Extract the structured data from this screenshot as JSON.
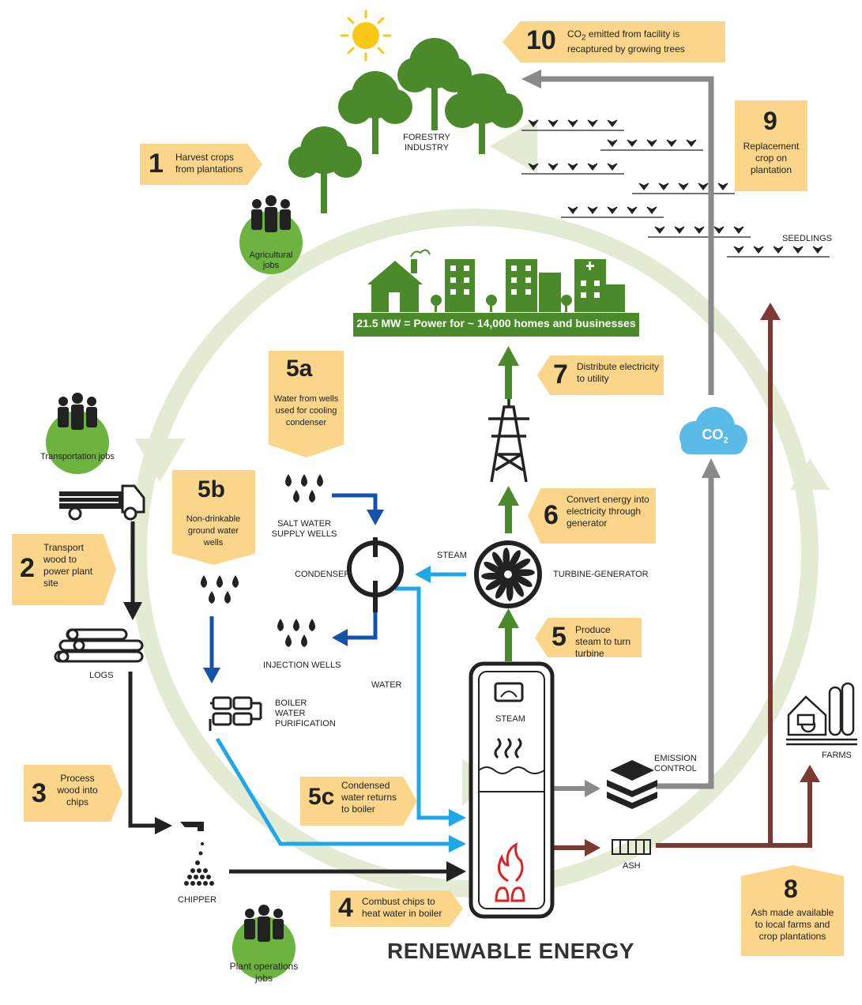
{
  "steps": {
    "s1": {
      "num": "1",
      "text": "Harvest crops from plantations"
    },
    "s2": {
      "num": "2",
      "text": "Transport wood to power plant site"
    },
    "s3": {
      "num": "3",
      "text": "Process wood into chips"
    },
    "s4": {
      "num": "4",
      "text": "Combust chips to heat water in boiler"
    },
    "s5": {
      "num": "5",
      "text": "Produce steam to turn turbine"
    },
    "s5a": {
      "num": "5a",
      "text": "Water from wells used for cooling condenser"
    },
    "s5b": {
      "num": "5b",
      "text": "Non-drinkable ground water wells"
    },
    "s5c": {
      "num": "5c",
      "text": "Condensed water returns to boiler"
    },
    "s6": {
      "num": "6",
      "text": "Convert energy into electricity through generator"
    },
    "s7": {
      "num": "7",
      "text": "Distribute electricity to utility"
    },
    "s8": {
      "num": "8",
      "text": "Ash made available to local farms and crop plantations"
    },
    "s9": {
      "num": "9",
      "text": "Replacement crop on plantation"
    },
    "s10": {
      "num": "10",
      "text_pre": "CO",
      "text_sub": "2",
      "text_post": " emitted from facility is recaptured by growing trees"
    }
  },
  "jobs": {
    "agricultural": "Agricultural jobs",
    "transportation": "Transportation jobs",
    "plant_ops": "Plant operations jobs"
  },
  "labels": {
    "forestry": "FORESTRY INDUSTRY",
    "seedlings": "SEEDLINGS",
    "logs": "LOGS",
    "chipper": "CHIPPER",
    "salt_water": "SALT WATER SUPPLY WELLS",
    "condenser": "CONDENSER",
    "injection": "INJECTION WELLS",
    "boiler_water": "BOILER WATER PURIFICATION",
    "water": "WATER",
    "steam_arrow": "STEAM",
    "turbine": "TURBINE-GENERATOR",
    "boiler_steam": "STEAM",
    "emission": "EMISSION CONTROL",
    "ash": "ASH",
    "farms": "FARMS",
    "co2_main": "CO",
    "co2_sub": "2"
  },
  "power_banner": "21.5 MW = Power for ~ 14,000 homes and businesses",
  "title": "RENEWABLE ENERGY",
  "colors": {
    "callout": "#fbd58a",
    "green_dark": "#4a8a2a",
    "green_jobs": "#6db33f",
    "cycle_light": "#e3ecd3",
    "water_blue": "#1ea8e8",
    "well_blue": "#1453a8",
    "ash_brown": "#7a3a32",
    "gray_arrow": "#8a8a8a",
    "co2_cloud": "#5bbbe8",
    "flame_red": "#e02020"
  },
  "icons": [
    "sun-icon",
    "tree-icon",
    "seedling-icon",
    "people-icon",
    "truck-icon",
    "logs-icon",
    "chipper-icon",
    "water-drops-icon",
    "condenser-icon",
    "turbine-icon",
    "tower-icon",
    "co2-cloud-icon",
    "boiler-icon",
    "flame-icon",
    "emission-icon",
    "ash-icon",
    "farm-icon",
    "house-icon",
    "building-icon",
    "hospital-icon"
  ]
}
